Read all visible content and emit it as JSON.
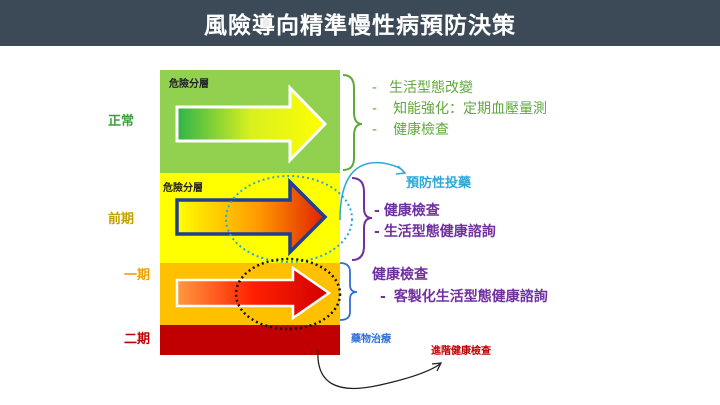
{
  "title": "風險導向精準慢性病預防決策",
  "stages": {
    "normal": "正常",
    "pre": "前期",
    "stage1": "一期",
    "stage2": "二期"
  },
  "risk_label_top": "危險分層",
  "risk_label_mid": "危險分層",
  "normal_bullets": [
    "生活型態改變",
    "知能強化：定期血壓量測",
    "健康檢查"
  ],
  "prevent_drug": "預防性投藥",
  "pre_bullets": [
    "健康檢查",
    "生活型態健康諮詢"
  ],
  "stage1_bullets": [
    "健康檢查",
    "客製化生活型態健康諮詢"
  ],
  "med_treatment": "藥物治療",
  "advanced_check": "進階健康檢查",
  "colors": {
    "title_bar": "#3c4a57",
    "normal_band": "#92d050",
    "pre_band": "#ffff00",
    "stage1_band": "#ffc000",
    "stage2_band": "#c00000",
    "green_text": "#5fa83a",
    "purple_text": "#7030a0",
    "blue_text": "#2f6fd6",
    "red_text": "#c00000"
  }
}
